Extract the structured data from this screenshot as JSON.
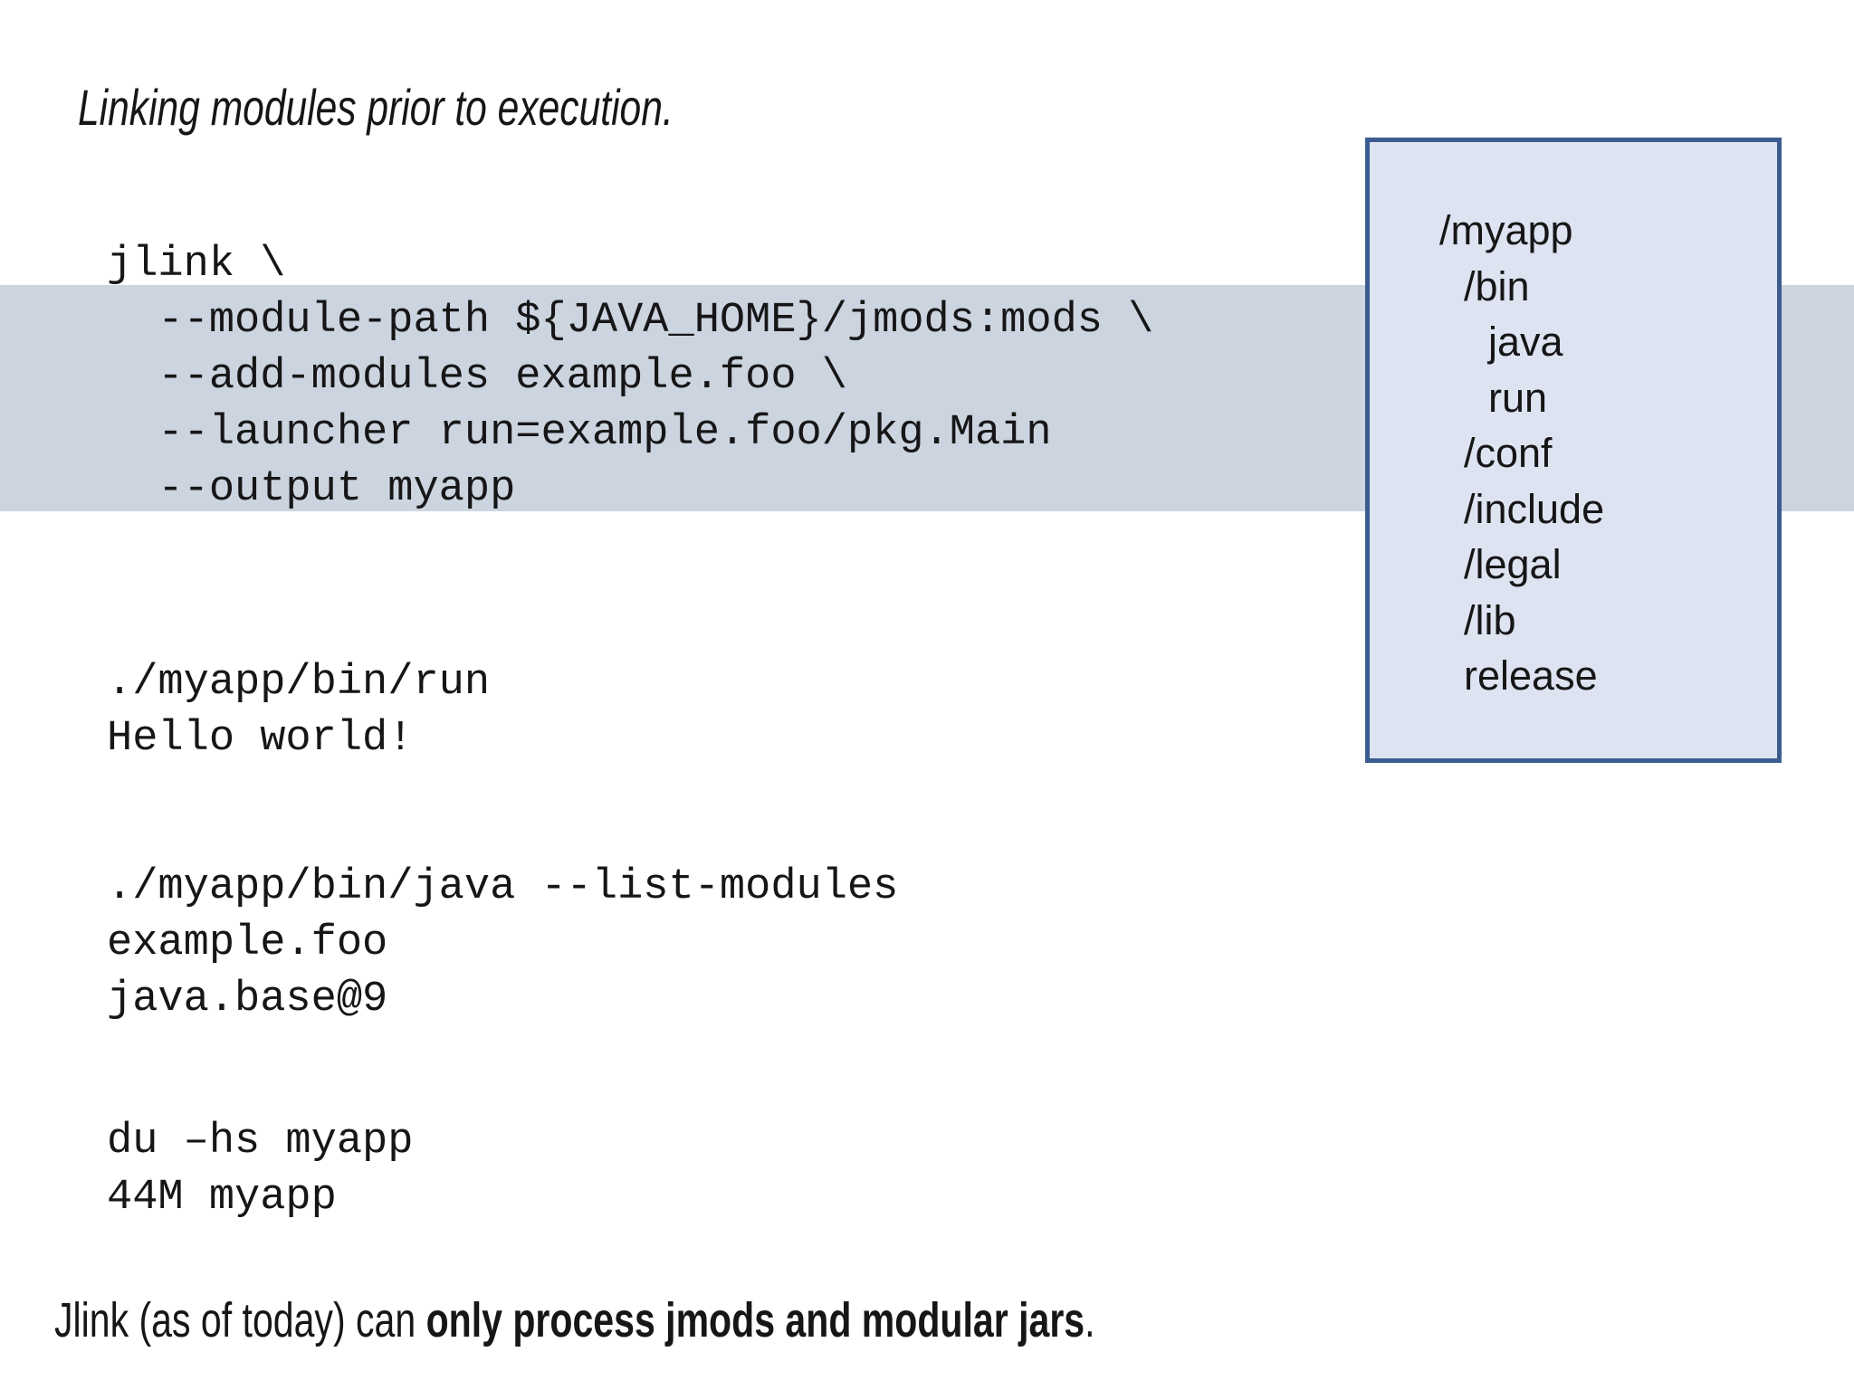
{
  "slide": {
    "title": "Linking modules prior to execution."
  },
  "code": {
    "jlink_command": [
      "jlink \\",
      "  --module-path ${JAVA_HOME}/jmods:mods \\",
      "  --add-modules example.foo \\",
      "  --launcher run=example.foo/pkg.Main",
      "  --output myapp"
    ],
    "run_output": [
      "./myapp/bin/run",
      "Hello world!"
    ],
    "list_modules": [
      "./myapp/bin/java --list-modules",
      "example.foo",
      "java.base@9"
    ],
    "disk_usage": [
      "du –hs myapp",
      "44M myapp"
    ]
  },
  "directory_box": {
    "entries": [
      {
        "label": "/myapp",
        "indent": 0
      },
      {
        "label": "/bin",
        "indent": 1
      },
      {
        "label": "java",
        "indent": 2
      },
      {
        "label": "run",
        "indent": 2
      },
      {
        "label": "/conf",
        "indent": 1
      },
      {
        "label": "/include",
        "indent": 1
      },
      {
        "label": "/legal",
        "indent": 1
      },
      {
        "label": "/lib",
        "indent": 1
      },
      {
        "label": "release",
        "indent": 1
      }
    ]
  },
  "footer": {
    "prefix": "Jlink (as of today) can ",
    "bold": "only process jmods and modular jars",
    "suffix": "."
  },
  "colors": {
    "highlight_band": "#ccd4e0",
    "box_fill": "#dde3f1",
    "box_border": "#3b5c8f",
    "text": "#161616",
    "background": "#ffffff"
  }
}
